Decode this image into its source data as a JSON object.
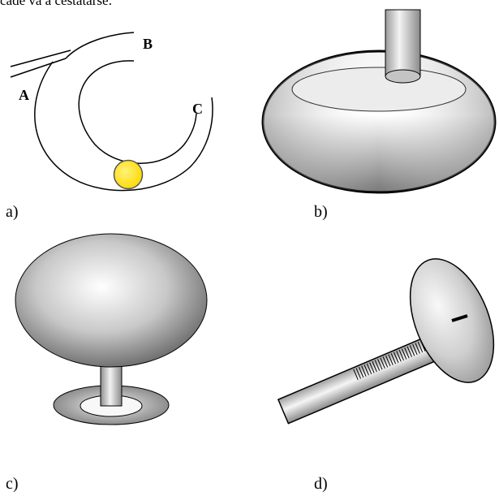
{
  "header_text": "cade va a cestatarse:",
  "figures": {
    "a": {
      "caption": "a)",
      "labels": {
        "A": "A",
        "B": "B",
        "C": "C"
      },
      "colors": {
        "ball_fill": "#ffeb00",
        "ball_stroke": "#555555",
        "track": "#000000"
      }
    },
    "b": {
      "caption": "b)"
    },
    "c": {
      "caption": "c)"
    },
    "d": {
      "caption": "d)"
    }
  }
}
